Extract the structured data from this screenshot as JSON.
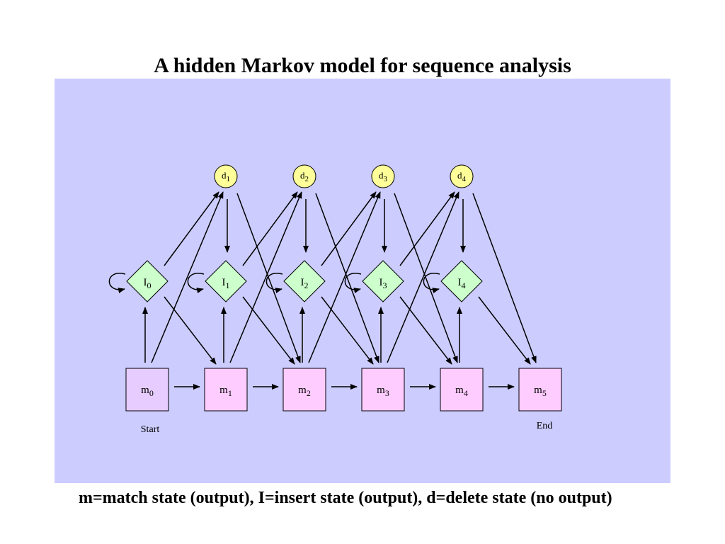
{
  "title": "A hidden Markov model for sequence analysis",
  "caption": "m=match state (output), I=insert state (output), d=delete state (no output)",
  "labels": {
    "start": "Start",
    "end": "End"
  },
  "colors": {
    "panel": "#ccccff",
    "delete_fill": "#ffff99",
    "insert_fill": "#ccffcc",
    "match_fill": "#ffccff",
    "start_fill": "#e6ccff",
    "stroke": "#000000"
  },
  "nodes": {
    "delete": [
      {
        "base": "d",
        "sub": "1"
      },
      {
        "base": "d",
        "sub": "2"
      },
      {
        "base": "d",
        "sub": "3"
      },
      {
        "base": "d",
        "sub": "4"
      }
    ],
    "insert": [
      {
        "base": "I",
        "sub": "0"
      },
      {
        "base": "I",
        "sub": "1"
      },
      {
        "base": "I",
        "sub": "2"
      },
      {
        "base": "I",
        "sub": "3"
      },
      {
        "base": "I",
        "sub": "4"
      }
    ],
    "match": [
      {
        "base": "m",
        "sub": "0"
      },
      {
        "base": "m",
        "sub": "1"
      },
      {
        "base": "m",
        "sub": "2"
      },
      {
        "base": "m",
        "sub": "3"
      },
      {
        "base": "m",
        "sub": "4"
      },
      {
        "base": "m",
        "sub": "5"
      }
    ]
  }
}
